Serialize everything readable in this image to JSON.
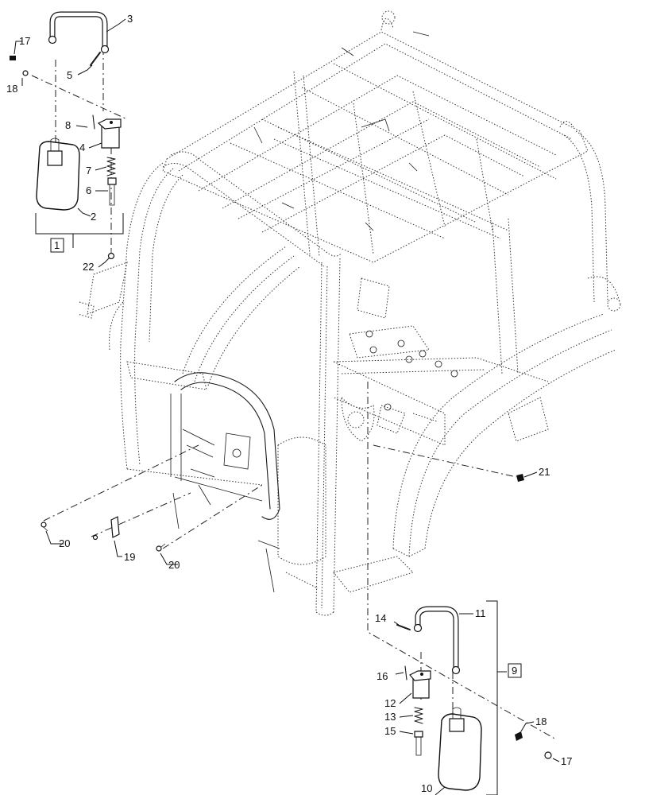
{
  "callouts": {
    "c1": "1",
    "c2": "2",
    "c3": "3",
    "c4": "4",
    "c5": "5",
    "c6": "6",
    "c7": "7",
    "c8": "8",
    "c9": "9",
    "c10": "10",
    "c11": "11",
    "c12": "12",
    "c13": "13",
    "c14": "14",
    "c15": "15",
    "c16": "16",
    "c17a": "17",
    "c17b": "17",
    "c18a": "18",
    "c18b": "18",
    "c19": "19",
    "c20a": "20",
    "c20b": "20",
    "c21": "21",
    "c22": "22"
  }
}
